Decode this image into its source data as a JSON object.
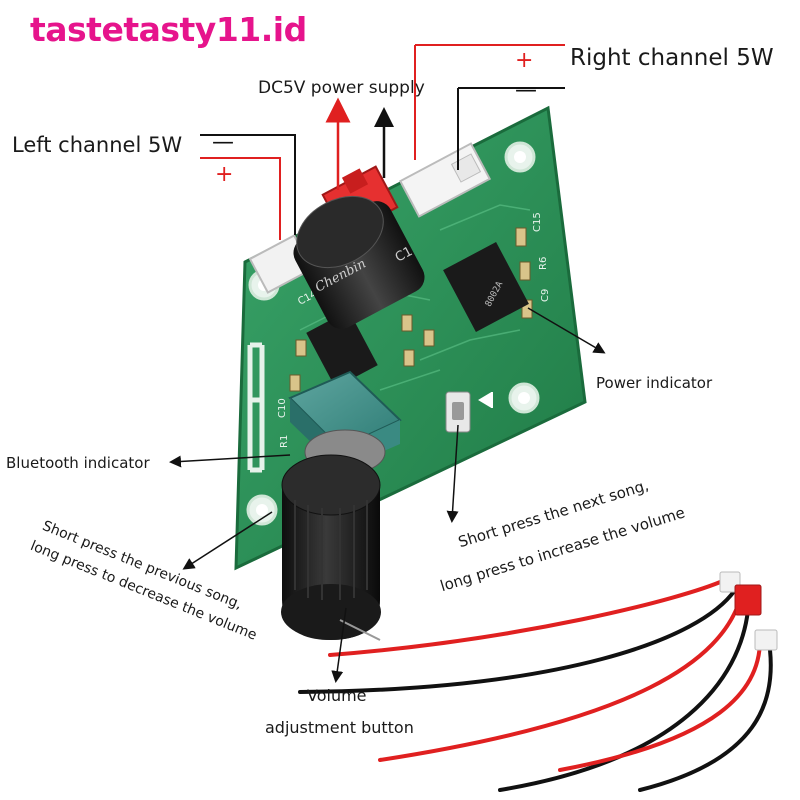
{
  "watermark": "tastetasty11.id",
  "labels": {
    "right_channel": "Right channel 5W",
    "left_channel": "Left channel 5W",
    "dc_power": "DC5V power supply",
    "power_indicator": "Power indicator",
    "bluetooth_indicator": "Bluetooth indicator",
    "next_song_line1": "Short press the next song,",
    "next_song_line2": "long press to increase the volume",
    "prev_song_line1": "Short press the previous song,",
    "prev_song_line2": "long press to decrease the volume",
    "volume_line1": "Volume",
    "volume_line2": "adjustment button"
  },
  "signs": {
    "plus": "+",
    "minus": "—"
  },
  "board_text": {
    "capacitor_brand": "Chenbin",
    "cap_label": "C1",
    "ic_text": "8002A",
    "components": [
      "C15",
      "R6",
      "C9",
      "C14",
      "C10",
      "R1"
    ]
  },
  "colors": {
    "pcb": "#2e8b57",
    "wire_red": "#e02020",
    "watermark": "#e6148c",
    "knob": "#1c1c1c"
  }
}
